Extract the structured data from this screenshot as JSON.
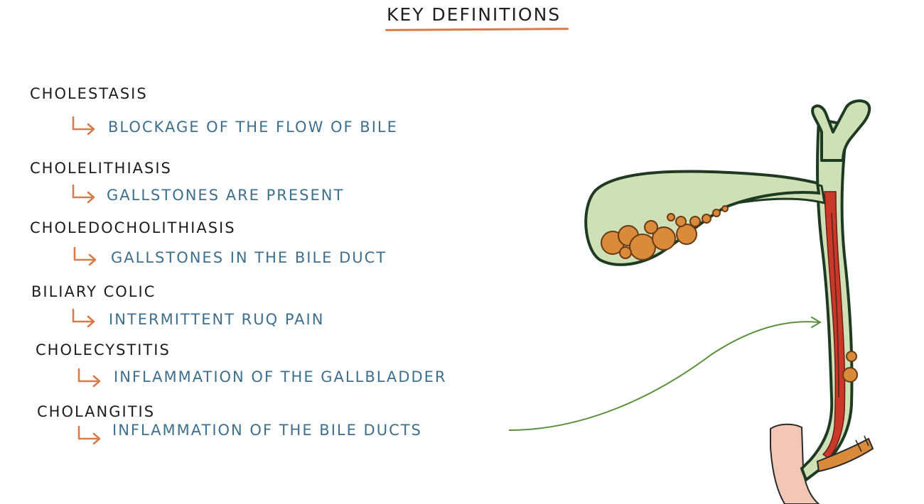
{
  "title": "KEY DEFINITIONS",
  "definitions": [
    {
      "term": "CHOLESTASIS",
      "definition": "BLOCKAGE OF THE FLOW OF BILE"
    },
    {
      "term": "CHOLELITHIASIS",
      "definition": "GALLSTONES ARE PRESENT"
    },
    {
      "term": "CHOLEDOCHOLITHIASIS",
      "definition": "GALLSTONES IN THE BILE DUCT"
    },
    {
      "term": "BILIARY COLIC",
      "definition": "INTERMITTENT RUQ PAIN"
    },
    {
      "term": "CHOLECYSTITIS",
      "definition": "INFLAMMATION OF THE GALLBLADDER"
    },
    {
      "term": "CHOLANGITIS",
      "definition": "INFLAMMATION OF THE BILE DUCTS"
    }
  ],
  "colors": {
    "term_text": "#1d1d1d",
    "definition_text": "#3e6f8c",
    "arrow": "#d77b4a",
    "gallbladder_fill": "#cfe0b6",
    "outline": "#1f3a23",
    "duct_inflamed": "#c9392a",
    "gallstone": "#d98a3a",
    "pointer_line": "#5a8f3c"
  },
  "icons": [
    "hooked-arrow-icon"
  ]
}
